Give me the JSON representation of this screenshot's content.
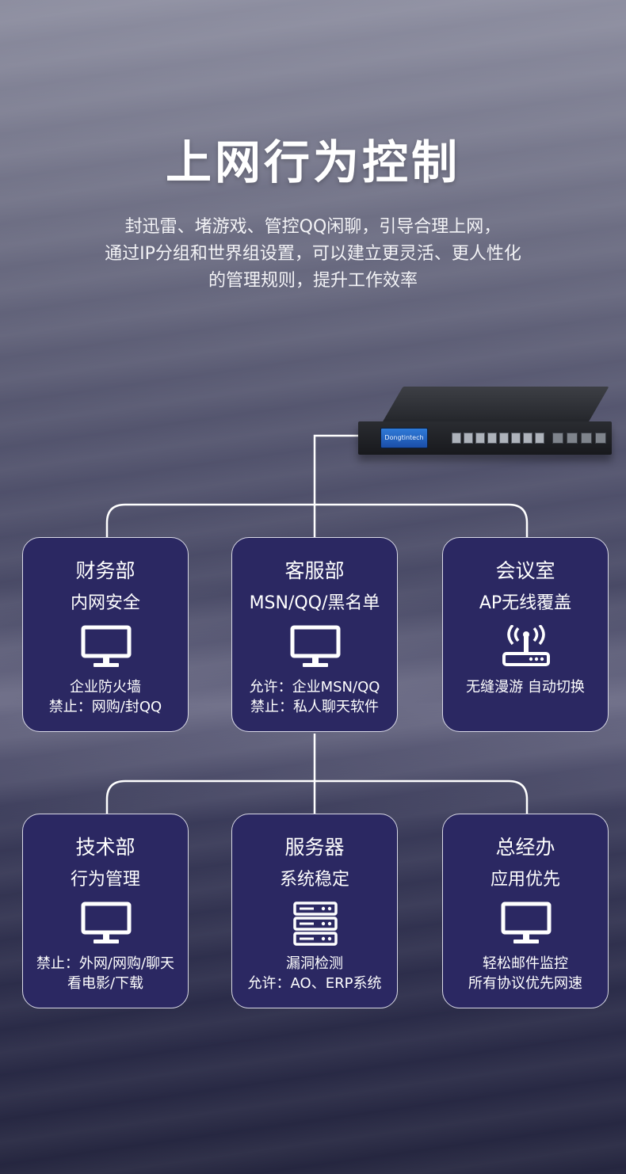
{
  "title": "上网行为控制",
  "description": [
    "封迅雷、堵游戏、管控QQ闲聊，引导合理上网，",
    "通过IP分组和世界组设置，可以建立更灵活、更人性化",
    "的管理规则，提升工作效率"
  ],
  "device": {
    "lcd_text": "Dongtintech"
  },
  "colors": {
    "card_bg": "#2b2862",
    "card_border": "#d9d9e6",
    "line": "#ffffff"
  },
  "cards": [
    {
      "title": "财务部",
      "subtitle": "内网安全",
      "icon": "monitor-icon",
      "notes": [
        "企业防火墙",
        "禁止：网购/封QQ"
      ]
    },
    {
      "title": "客服部",
      "subtitle": "MSN/QQ/黑名单",
      "icon": "monitor-icon",
      "notes": [
        "允许：企业MSN/QQ",
        "禁止：私人聊天软件"
      ]
    },
    {
      "title": "会议室",
      "subtitle": "AP无线覆盖",
      "icon": "wireless-router-icon",
      "notes": [
        "无缝漫游 自动切换"
      ]
    },
    {
      "title": "技术部",
      "subtitle": "行为管理",
      "icon": "monitor-icon",
      "notes": [
        "禁止：外网/网购/聊天",
        "看电影/下载"
      ]
    },
    {
      "title": "服务器",
      "subtitle": "系统稳定",
      "icon": "server-icon",
      "notes": [
        "漏洞检测",
        "允许：AO、ERP系统"
      ]
    },
    {
      "title": "总经办",
      "subtitle": "应用优先",
      "icon": "monitor-icon",
      "notes": [
        "轻松邮件监控",
        "所有协议优先网速"
      ]
    }
  ]
}
